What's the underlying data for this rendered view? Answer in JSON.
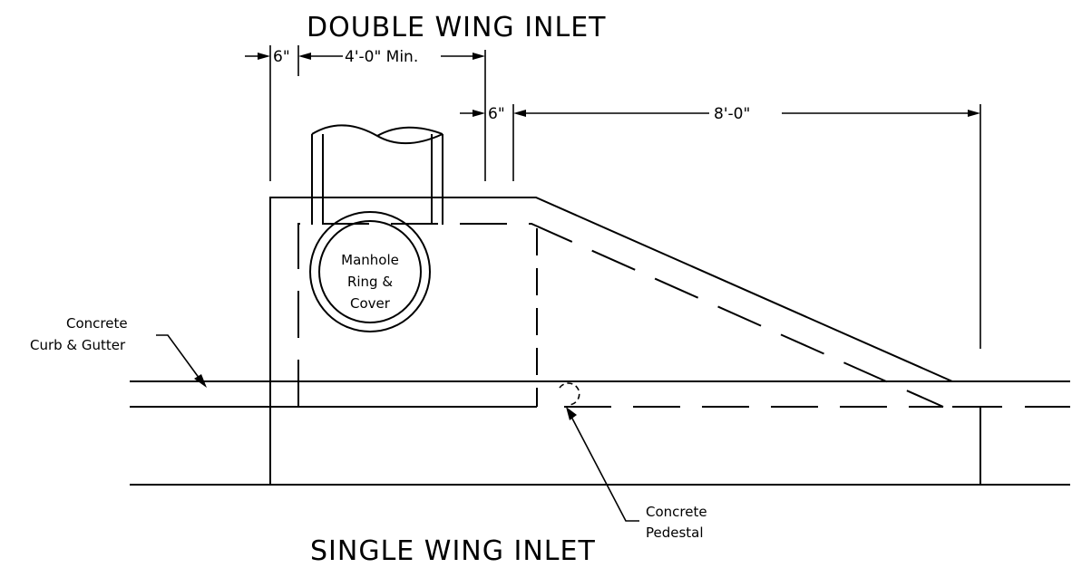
{
  "titles": {
    "top": "DOUBLE WING INLET",
    "bottom": "SINGLE WING INLET"
  },
  "dimensions": {
    "left_offset": "6\"",
    "manhole_width": "4'-0\" Min.",
    "middle_offset": "6\"",
    "wing_length": "8'-0\""
  },
  "labels": {
    "manhole": [
      "Manhole",
      "Ring &",
      "Cover"
    ],
    "curb": [
      "Concrete",
      "Curb & Gutter"
    ],
    "pedestal": [
      "Concrete",
      "Pedestal"
    ]
  }
}
